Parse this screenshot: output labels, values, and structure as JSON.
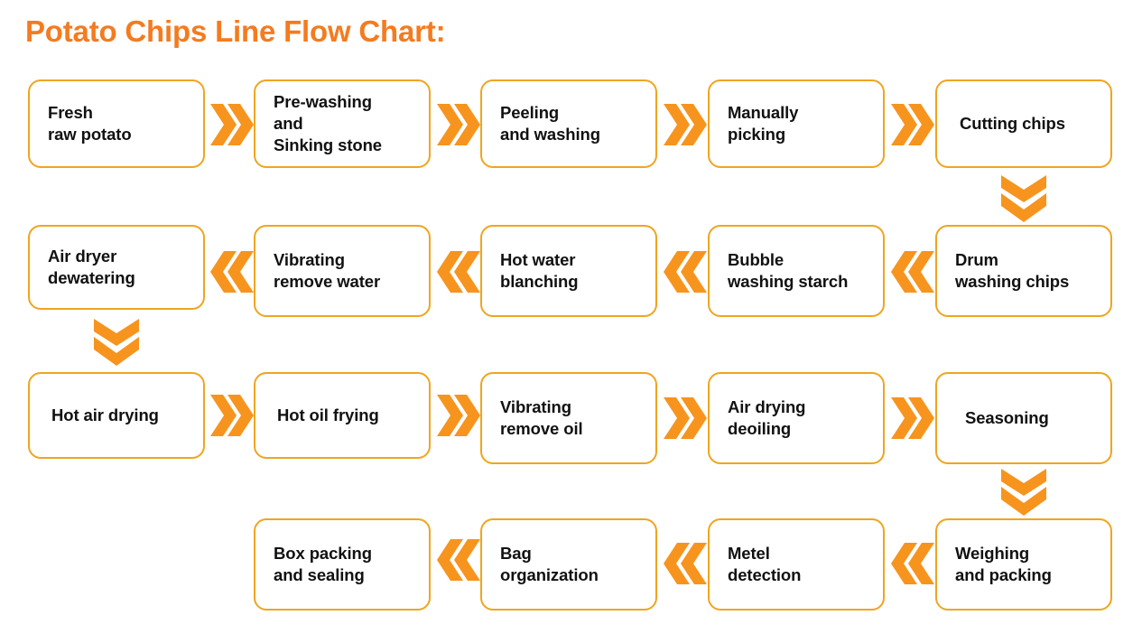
{
  "title": "Potato Chips Line Flow Chart:",
  "colors": {
    "title": "#F47B20",
    "box_border": "#EFA520",
    "arrow": "#F7941E",
    "text": "#111111",
    "background": "#FFFFFF"
  },
  "chart_data": {
    "type": "diagram",
    "diagram_kind": "process-flow",
    "title": "Potato Chips Line Flow Chart:",
    "layout": "serpentine (boustrophedon) 4 rows x 5 columns",
    "node_count": 18,
    "nodes": [
      {
        "id": 1,
        "label": "Fresh\nraw potato",
        "row": 1,
        "col": 1
      },
      {
        "id": 2,
        "label": "Pre-washing\nand\nSinking stone",
        "row": 1,
        "col": 2
      },
      {
        "id": 3,
        "label": "Peeling\nand washing",
        "row": 1,
        "col": 3
      },
      {
        "id": 4,
        "label": "Manually\npicking",
        "row": 1,
        "col": 4
      },
      {
        "id": 5,
        "label": "Cutting chips",
        "row": 1,
        "col": 5
      },
      {
        "id": 6,
        "label": "Drum\nwashing chips",
        "row": 2,
        "col": 5
      },
      {
        "id": 7,
        "label": "Bubble\nwashing  starch",
        "row": 2,
        "col": 4
      },
      {
        "id": 8,
        "label": "Hot water\nblanching",
        "row": 2,
        "col": 3
      },
      {
        "id": 9,
        "label": "Vibrating\nremove water",
        "row": 2,
        "col": 2
      },
      {
        "id": 10,
        "label": "Air dryer\ndewatering",
        "row": 2,
        "col": 1
      },
      {
        "id": 11,
        "label": "Hot air drying",
        "row": 3,
        "col": 1
      },
      {
        "id": 12,
        "label": "Hot oil frying",
        "row": 3,
        "col": 2
      },
      {
        "id": 13,
        "label": "Vibrating\nremove oil",
        "row": 3,
        "col": 3
      },
      {
        "id": 14,
        "label": "Air drying\ndeoiling",
        "row": 3,
        "col": 4
      },
      {
        "id": 15,
        "label": "Seasoning",
        "row": 3,
        "col": 5
      },
      {
        "id": 16,
        "label": "Weighing\nand packing",
        "row": 4,
        "col": 5
      },
      {
        "id": 17,
        "label": "Metel\ndetection",
        "row": 4,
        "col": 4
      },
      {
        "id": 18,
        "label": "Bag\norganization",
        "row": 4,
        "col": 3
      },
      {
        "id": 19,
        "label": "Box packing\nand  sealing",
        "row": 4,
        "col": 2
      }
    ],
    "edges": [
      {
        "from": 1,
        "to": 2,
        "direction": "right"
      },
      {
        "from": 2,
        "to": 3,
        "direction": "right"
      },
      {
        "from": 3,
        "to": 4,
        "direction": "right"
      },
      {
        "from": 4,
        "to": 5,
        "direction": "right"
      },
      {
        "from": 5,
        "to": 6,
        "direction": "down"
      },
      {
        "from": 6,
        "to": 7,
        "direction": "left"
      },
      {
        "from": 7,
        "to": 8,
        "direction": "left"
      },
      {
        "from": 8,
        "to": 9,
        "direction": "left"
      },
      {
        "from": 9,
        "to": 10,
        "direction": "left"
      },
      {
        "from": 10,
        "to": 11,
        "direction": "down"
      },
      {
        "from": 11,
        "to": 12,
        "direction": "right"
      },
      {
        "from": 12,
        "to": 13,
        "direction": "right"
      },
      {
        "from": 13,
        "to": 14,
        "direction": "right"
      },
      {
        "from": 14,
        "to": 15,
        "direction": "right"
      },
      {
        "from": 15,
        "to": 16,
        "direction": "down"
      },
      {
        "from": 16,
        "to": 17,
        "direction": "left"
      },
      {
        "from": 17,
        "to": 18,
        "direction": "left"
      },
      {
        "from": 18,
        "to": 19,
        "direction": "left"
      }
    ]
  },
  "nodes": {
    "n1": "Fresh\nraw potato",
    "n2": "Pre-washing\nand\nSinking stone",
    "n3": "Peeling\nand washing",
    "n4": "Manually\npicking",
    "n5": "Cutting chips",
    "n6": "Drum\nwashing chips",
    "n7": "Bubble\nwashing  starch",
    "n8": "Hot water\nblanching",
    "n9": "Vibrating\nremove water",
    "n10": "Air dryer\ndewatering",
    "n11": "Hot air drying",
    "n12": "Hot oil frying",
    "n13": "Vibrating\nremove oil",
    "n14": "Air drying\ndeoiling",
    "n15": "Seasoning",
    "n16": "Weighing\nand packing",
    "n17": "Metel\ndetection",
    "n18": "Bag\norganization",
    "n19": "Box packing\nand  sealing"
  },
  "icons": {
    "arrow_right": "double-chevron-right-icon",
    "arrow_left": "double-chevron-left-icon",
    "arrow_down": "double-chevron-down-icon"
  }
}
